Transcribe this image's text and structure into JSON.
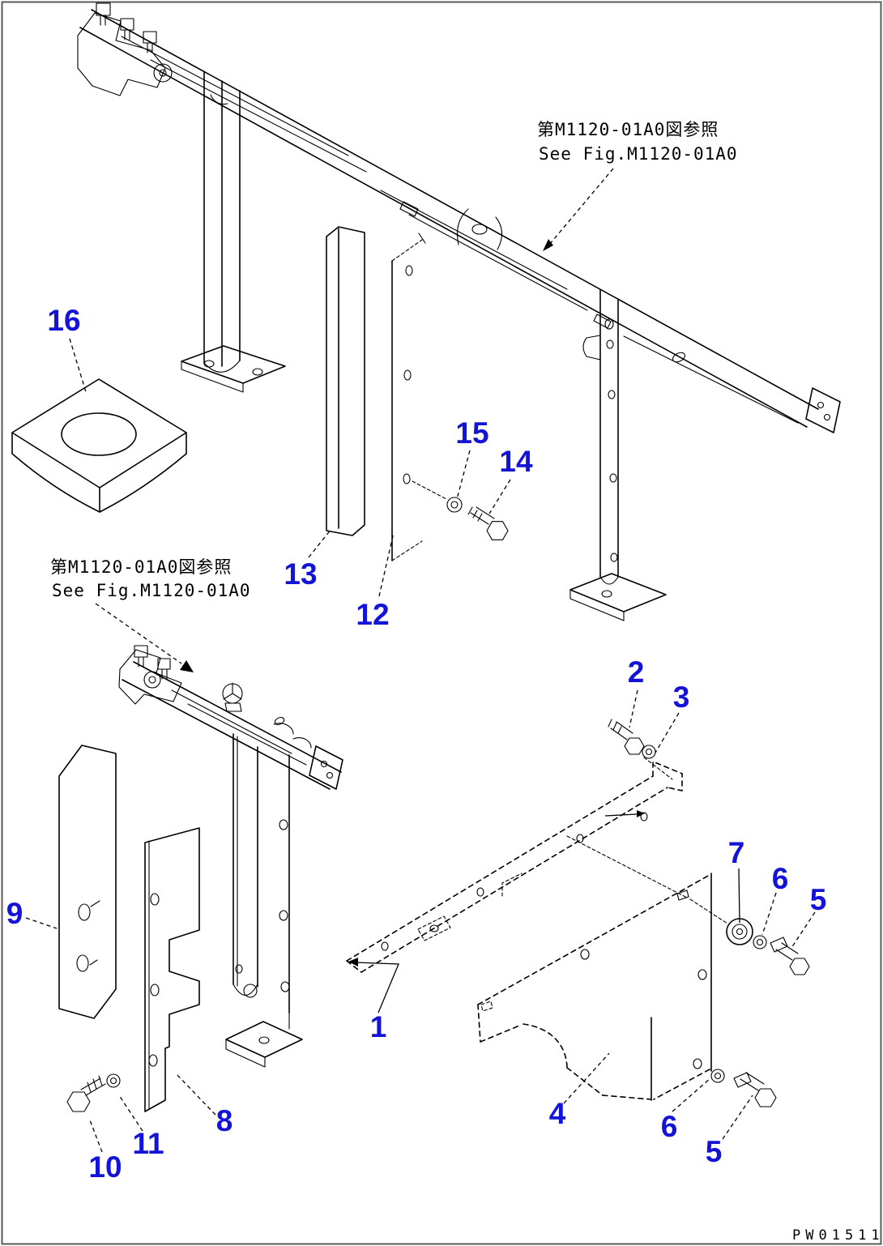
{
  "figure": {
    "type": "parts-diagram",
    "drawing_number": "PW01511",
    "references": {
      "upper": {
        "line1": "第M1120-01A0図参照",
        "line2": "See Fig.M1120-01A0"
      },
      "lower": {
        "line1": "第M1120-01A0図参照",
        "line2": "See Fig.M1120-01A0"
      }
    },
    "callouts": {
      "c1": "1",
      "c2": "2",
      "c3": "3",
      "c4": "4",
      "c5a": "5",
      "c5b": "5",
      "c6a": "6",
      "c6b": "6",
      "c7": "7",
      "c8": "8",
      "c9": "9",
      "c10": "10",
      "c11": "11",
      "c12": "12",
      "c13": "13",
      "c14": "14",
      "c15": "15",
      "c16": "16"
    },
    "colors": {
      "callout": "#1414d8",
      "line": "#000000",
      "paper": "#ffffff",
      "border": "#5a5a5a"
    }
  }
}
